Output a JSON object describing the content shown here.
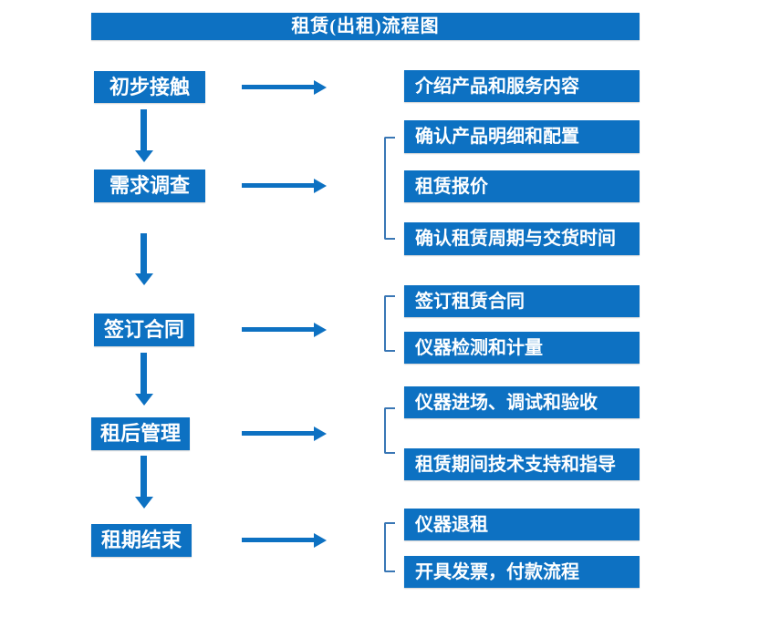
{
  "title": "租赁(出租)流程图",
  "colors": {
    "primary_blue": "#0d71c2",
    "bracket_blue": "#3a77b5",
    "text_white": "#ffffff",
    "background": "#ffffff"
  },
  "flow": {
    "steps": [
      {
        "label": "初步接触",
        "details": [
          "介绍产品和服务内容"
        ]
      },
      {
        "label": "需求调查",
        "details": [
          "确认产品明细和配置",
          "租赁报价",
          "确认租赁周期与交货时间"
        ]
      },
      {
        "label": "签订合同",
        "details": [
          "签订租赁合同",
          "仪器检测和计量"
        ]
      },
      {
        "label": "租后管理",
        "details": [
          "仪器进场、调试和验收",
          "租赁期间技术支持和指导"
        ]
      },
      {
        "label": "租期结束",
        "details": [
          "仪器退租",
          "开具发票，付款流程"
        ]
      }
    ]
  }
}
